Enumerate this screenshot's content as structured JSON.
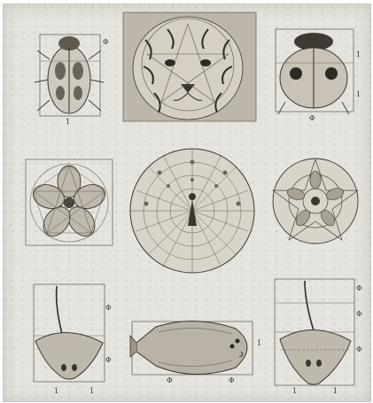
{
  "labels": {
    "phi": "Φ",
    "one": "1"
  },
  "colors": {
    "paper": "#e6e4de",
    "ink": "#3a3630",
    "ink_light": "#6d675e",
    "tiger_bg": "#bdb6aa"
  },
  "illustrations": [
    {
      "name": "beetle-with-golden-ratio-frame"
    },
    {
      "name": "tiger-face-with-pentagram"
    },
    {
      "name": "ladybug-with-golden-ratio-frame"
    },
    {
      "name": "five-petal-flower-geometry"
    },
    {
      "name": "peacock-tail-radial-geometry"
    },
    {
      "name": "star-flower-geometry"
    },
    {
      "name": "stingray-with-golden-ratio-frame"
    },
    {
      "name": "flounder-fish-with-golden-ratio-frame"
    },
    {
      "name": "stingray-second-with-frame"
    }
  ]
}
